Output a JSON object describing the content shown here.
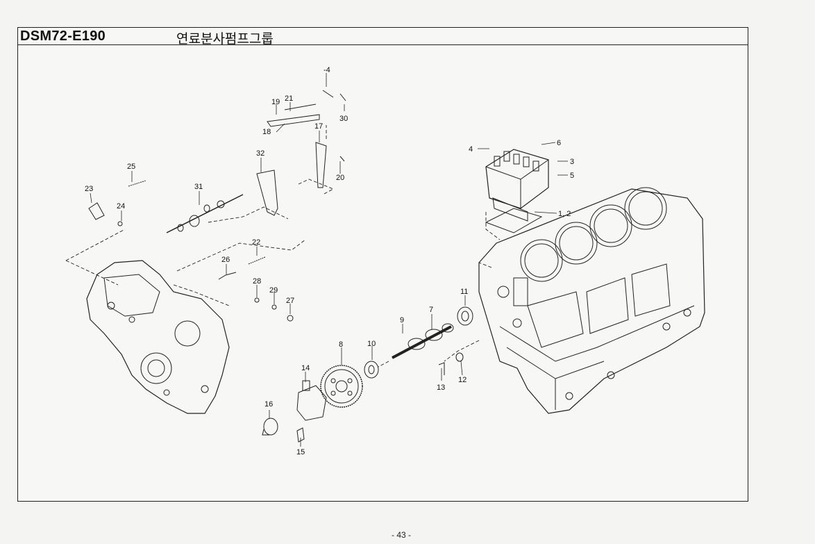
{
  "header": {
    "code": "DSM72-E190",
    "title": "연료분사펌프그룹"
  },
  "callouts": [
    "-4",
    "19",
    "21",
    "30",
    "18",
    "17",
    "32",
    "20",
    "25",
    "31",
    "23",
    "24",
    "22",
    "26",
    "28",
    "29",
    "27",
    "4",
    "6",
    "3",
    "5",
    "1, 2",
    "11",
    "7",
    "9",
    "10",
    "8",
    "14",
    "13",
    "12",
    "16",
    "15"
  ],
  "footer": {
    "page": "- 43 -"
  }
}
